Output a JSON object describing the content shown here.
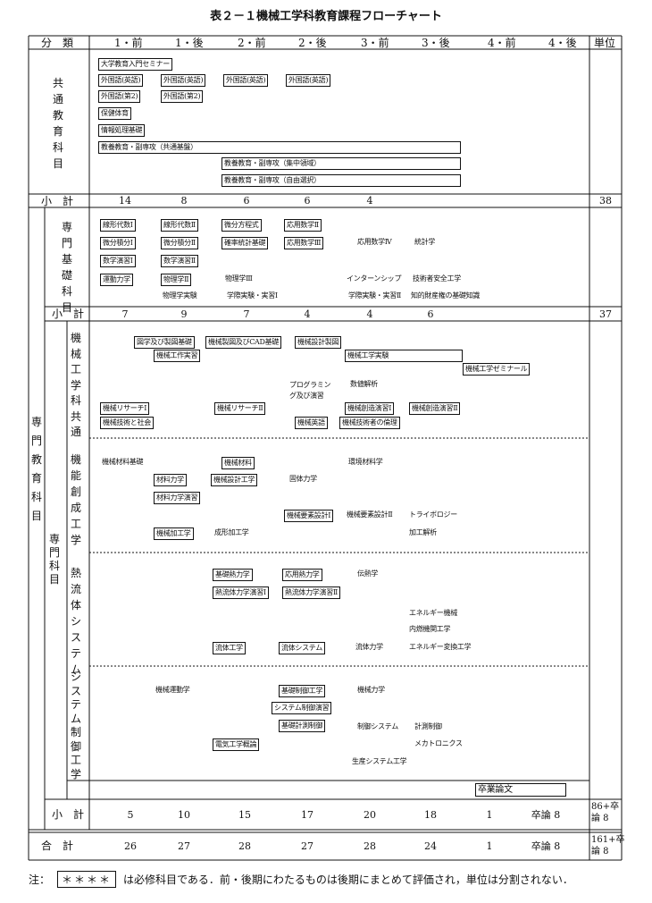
{
  "title": "表２－１機械工学科教育課程フローチャート",
  "header": {
    "category": "分　類",
    "terms": [
      "1・前",
      "1・後",
      "2・前",
      "2・後",
      "3・前",
      "3・後",
      "4・前",
      "4・後"
    ],
    "unit": "単位"
  },
  "common": {
    "label": "共通教育科目",
    "courses": [
      "大学教育入門セミナー",
      "外国語(英語)",
      "外国語(英語)",
      "外国語(英語)",
      "外国語(英語)",
      "外国語(第2)",
      "外国語(第2)",
      "保健体育",
      "情報処理基礎",
      "教養教育・副専攻（共通基盤）",
      "教養教育・副専攻（集中領域）",
      "教養教育・副専攻（自由選択）"
    ],
    "subtotal_label": "小　計",
    "subtotals": [
      "14",
      "8",
      "6",
      "6",
      "4"
    ],
    "units": "38"
  },
  "basic": {
    "label": "専門基礎科目",
    "courses": [
      "線形代数Ⅰ",
      "線形代数Ⅱ",
      "微分方程式",
      "応用数学Ⅱ",
      "微分積分Ⅰ",
      "微分積分Ⅱ",
      "確率統計基礎",
      "応用数学Ⅲ",
      "応用数学Ⅳ",
      "統計学",
      "数学演習Ⅰ",
      "数学演習Ⅱ",
      "運動力学",
      "物理学Ⅱ",
      "物理学Ⅲ",
      "インターンシップ",
      "技術者安全工学",
      "物理学実験",
      "学際実験・実習Ⅰ",
      "学際実験・実習Ⅱ",
      "知的財産権の基礎知識"
    ],
    "subtotal_label": "小　計",
    "subtotals": [
      "7",
      "9",
      "7",
      "4",
      "4",
      "6"
    ],
    "units": "37"
  },
  "specialty": {
    "label": "専門教育科目",
    "sublabel": "専門科目",
    "mech": {
      "label": "機械工学科共通",
      "courses": [
        "図学及び製図基礎",
        "機械製図及びCAD基礎",
        "機械設計製図",
        "機械工作実習",
        "機械工学実験",
        "機械工学ゼミナール",
        "プログラミング及び演習",
        "数値解析",
        "機械リサーチⅠ",
        "機械リサーチⅡ",
        "機械創造演習Ⅰ",
        "機械創造演習Ⅱ",
        "機械技術と社会",
        "機械英語",
        "機械技術者の倫理"
      ]
    },
    "func": {
      "label": "機能創成工学",
      "courses": [
        "機械材料基礎",
        "機械材料",
        "環境材料学",
        "材料力学",
        "機械設計工学",
        "固体力学",
        "材料力学演習",
        "機械要素設計Ⅰ",
        "機械要素設計Ⅱ",
        "トライボロジー",
        "機械加工学",
        "成形加工学",
        "加工解析"
      ]
    },
    "fluid": {
      "label": "熱流体システム",
      "courses": [
        "基礎熱力学",
        "応用熱力学",
        "伝熱学",
        "熱流体力学演習Ⅰ",
        "熱流体力学演習Ⅱ",
        "エネルギー機械",
        "内燃機関工学",
        "流体工学",
        "流体システム",
        "流体力学",
        "エネルギー変換工学"
      ]
    },
    "sys": {
      "label": "システム制御工学",
      "courses": [
        "機械運動学",
        "基礎制御工学",
        "機械力学",
        "システム制御演習",
        "基礎計測制御",
        "制御システム",
        "計測制御",
        "メカトロニクス",
        "電気工学概論",
        "生産システム工学"
      ]
    },
    "thesis": "卒業論文",
    "subtotal_label": "小　計",
    "subtotals": [
      "5",
      "10",
      "15",
      "17",
      "20",
      "18",
      "1",
      "卒論 8"
    ],
    "units": "86+卒論 8"
  },
  "total": {
    "label": "合　計",
    "values": [
      "26",
      "27",
      "28",
      "27",
      "28",
      "24",
      "1",
      "卒論 8"
    ],
    "units": "161+卒論 8"
  },
  "note": {
    "prefix": "注：",
    "stars": "＊＊＊＊",
    "text": "は必修科目である．前・後期にわたるものは後期にまとめて評価され，単位は分割されない．"
  }
}
